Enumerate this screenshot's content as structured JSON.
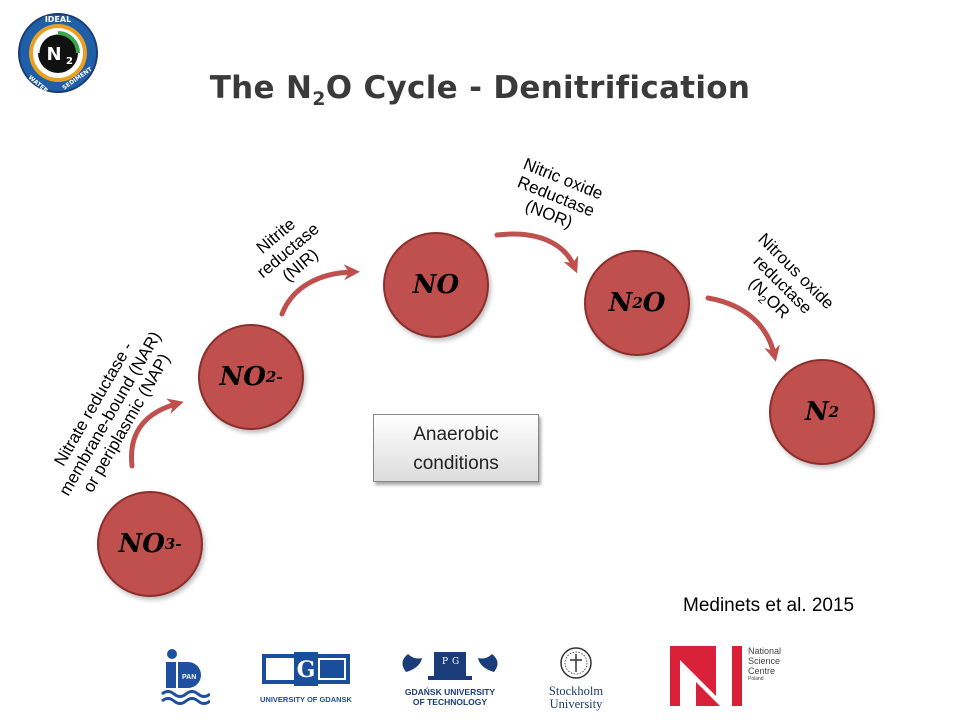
{
  "title": {
    "prefix": "The N",
    "sub": "2",
    "suffix": "O Cycle - Denitrification"
  },
  "nodes": {
    "no3": {
      "base": "NO",
      "sub": "3",
      "sup": "-"
    },
    "no2": {
      "base": "NO",
      "sub": "2",
      "sup": "-"
    },
    "no": {
      "base": "NO"
    },
    "n2o": {
      "pre": "N",
      "sub": "2",
      "post": "O"
    },
    "n2": {
      "base": "N",
      "sub": "2"
    }
  },
  "enzymes": {
    "nar": [
      "Nitrate reductase -",
      "membrane-bound (NAR)",
      "or periplasmic (NAP)"
    ],
    "nir": [
      "Nitrite",
      "reductase",
      "(NIR)"
    ],
    "nor": [
      "Nitric oxide",
      "Reductase",
      "(NOR)"
    ],
    "n2or": {
      "line1": "Nitrous oxide",
      "line2": "reductase",
      "line3_pre": "(N",
      "line3_sub": "2",
      "line3_post": "OR"
    }
  },
  "conditions": [
    "Anaerobic",
    "conditions"
  ],
  "citation": "Medinets et al. 2015",
  "header_logo": {
    "name": "IDEAL WATER SEDIMENT logo",
    "center": "N",
    "center_sub": "2"
  },
  "footer_logos": [
    {
      "name": "PAN logo",
      "text": "PAN"
    },
    {
      "name": "University of Gdansk logo",
      "text": "UNIVERSITY OF GDANSK"
    },
    {
      "name": "Gdansk University of Technology logo",
      "lines": [
        "GDAŃSK UNIVERSITY",
        "OF TECHNOLOGY"
      ]
    },
    {
      "name": "Stockholm University logo",
      "lines": [
        "Stockholm",
        "University"
      ]
    },
    {
      "name": "National Science Centre logo",
      "lines": [
        "National",
        "Science",
        "Centre",
        "Poland"
      ]
    }
  ],
  "colors": {
    "node_fill": "#c0504d",
    "node_border": "#8b2f2c",
    "arrow": "#c0504d",
    "title": "#3a3a3a",
    "ncn_red": "#d9213a"
  }
}
